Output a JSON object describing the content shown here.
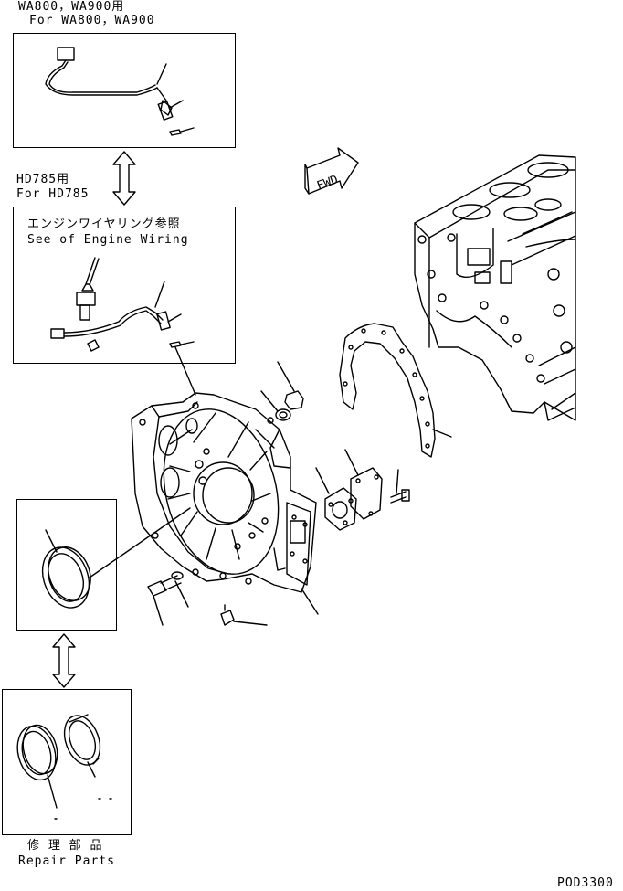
{
  "labels": {
    "wa_jp": "WA800，WA900用",
    "wa_en": "For WA800，WA900",
    "hd_jp": "HD785用",
    "hd_en": "For HD785",
    "wiring_jp": "エンジンワイヤリング参照",
    "wiring_en": "See of Engine Wiring",
    "fwd": "FWD",
    "repair_jp": "修 理 部 品",
    "repair_en": "Repair Parts",
    "code": "POD3300"
  }
}
